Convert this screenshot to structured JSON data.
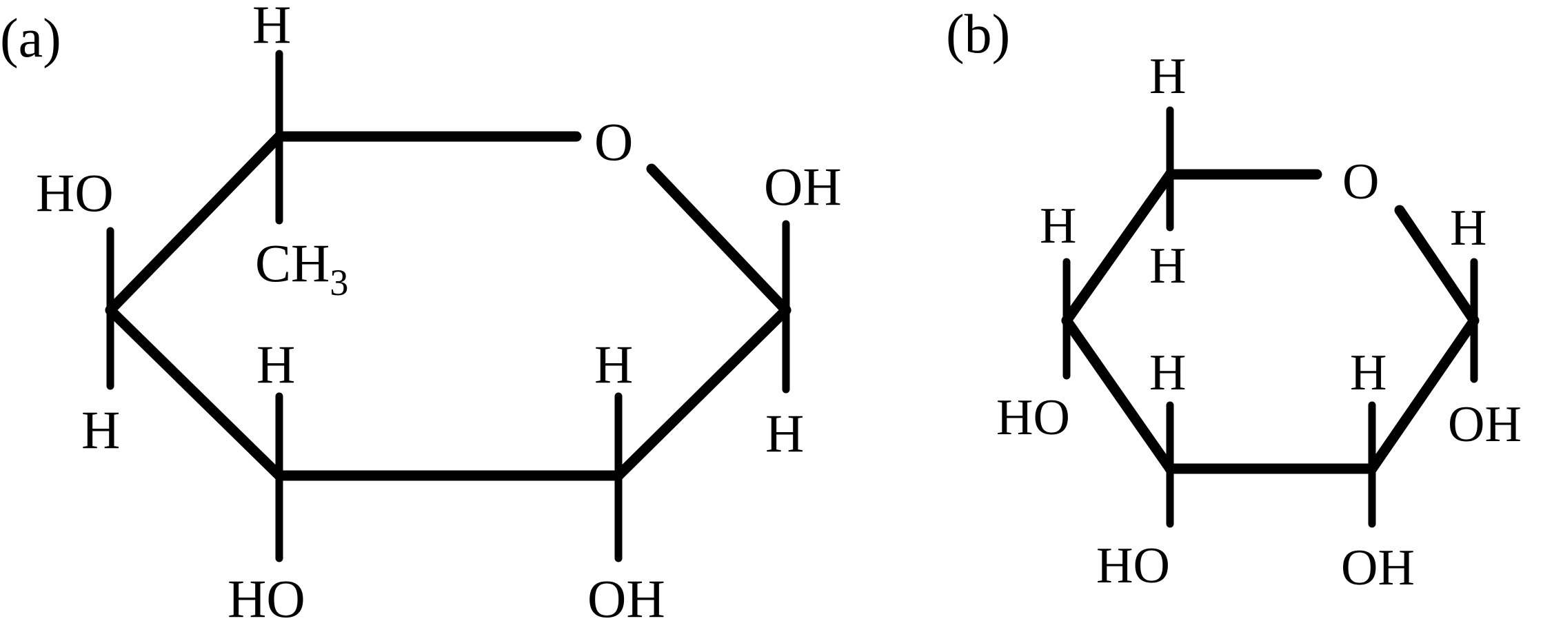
{
  "panels": {
    "a": {
      "label": "(a)",
      "ring_oxygen": "O",
      "atoms": {
        "c5_top": "H",
        "c5_bottom_main": "CH",
        "c5_bottom_sub": "3",
        "c4_top": "HO",
        "c4_bottom": "H",
        "c3_top": "H",
        "c3_bottom": "HO",
        "c2_top": "H",
        "c2_bottom": "OH",
        "c1_top": "OH",
        "c1_bottom": "H"
      }
    },
    "b": {
      "label": "(b)",
      "ring_oxygen": "O",
      "atoms": {
        "c5_top": "H",
        "c5_bottom": "H",
        "c4_top": "H",
        "c4_bottom": "HO",
        "c3_top": "H",
        "c3_bottom": "HO",
        "c2_top": "H",
        "c2_bottom": "OH",
        "c1_top": "H",
        "c1_bottom": "OH"
      }
    }
  }
}
